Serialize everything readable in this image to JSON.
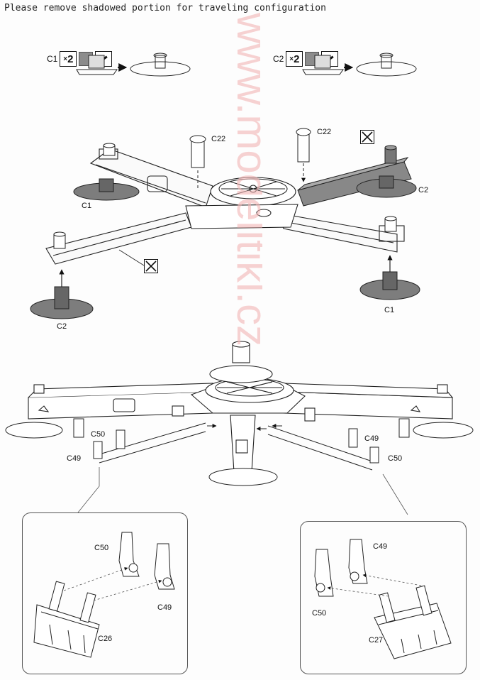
{
  "heading": "Please remove shadowed portion for traveling configuration",
  "steps": [
    {
      "code": "C1",
      "qty": "2"
    },
    {
      "code": "C2",
      "qty": "2"
    }
  ],
  "qty_prefix": "×",
  "icons": [
    "quantity-badge",
    "gray-paint-swatch",
    "glue-brush-icon",
    "arrow-right-icon",
    "no-glue-icon"
  ],
  "colors": {
    "shaded_part": "#808080",
    "line": "#222222",
    "watermark": "#f2b4b4"
  },
  "watermark": "www.modelltikl.cz",
  "labels": {
    "top_c22_left": "C22",
    "top_c22_right": "C22",
    "top_c1_left": "C1",
    "top_c2_right": "C2",
    "top_c2_bottom": "C2",
    "top_c1_bottom": "C1",
    "mid_c50_left": "C50",
    "mid_c49_left": "C49",
    "mid_c49_right": "C49",
    "mid_c50_right": "C50",
    "inset_left_c50": "C50",
    "inset_left_c49": "C49",
    "inset_left_c26": "C26",
    "inset_right_c49": "C49",
    "inset_right_c50": "C50",
    "inset_right_c27": "C27"
  }
}
